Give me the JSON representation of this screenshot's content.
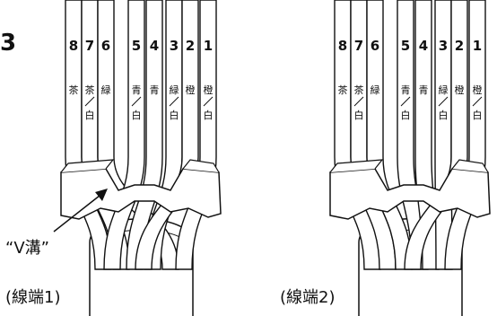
{
  "step_number": "3",
  "annotation": "“V溝”",
  "panels": [
    {
      "caption": "(線端1)",
      "wires": [
        {
          "number": "8",
          "color": "茶",
          "stripe": ""
        },
        {
          "number": "7",
          "color": "茶",
          "stripe": "白"
        },
        {
          "number": "6",
          "color": "緑",
          "stripe": ""
        },
        {
          "number": "5",
          "color": "青",
          "stripe": "白"
        },
        {
          "number": "4",
          "color": "青",
          "stripe": ""
        },
        {
          "number": "3",
          "color": "緑",
          "stripe": "白"
        },
        {
          "number": "2",
          "color": "橙",
          "stripe": ""
        },
        {
          "number": "1",
          "color": "橙",
          "stripe": "白"
        }
      ]
    },
    {
      "caption": "(線端2)",
      "wires": [
        {
          "number": "8",
          "color": "茶",
          "stripe": ""
        },
        {
          "number": "7",
          "color": "茶",
          "stripe": "白"
        },
        {
          "number": "6",
          "color": "緑",
          "stripe": ""
        },
        {
          "number": "5",
          "color": "青",
          "stripe": "白"
        },
        {
          "number": "4",
          "color": "青",
          "stripe": ""
        },
        {
          "number": "3",
          "color": "緑",
          "stripe": "白"
        },
        {
          "number": "2",
          "color": "橙",
          "stripe": ""
        },
        {
          "number": "1",
          "color": "橙",
          "stripe": "白"
        }
      ]
    }
  ]
}
